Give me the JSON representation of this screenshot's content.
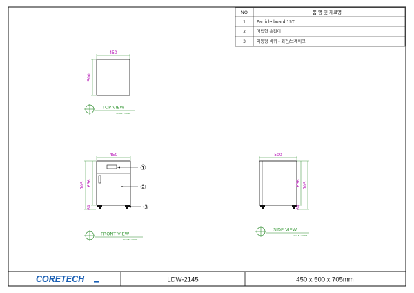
{
  "parts_table": {
    "header": {
      "no": "NO",
      "name": "품 명 및 재료명"
    },
    "rows": [
      {
        "no": "1",
        "name": "Particle board 15T"
      },
      {
        "no": "2",
        "name": "매립형 손잡이"
      },
      {
        "no": "3",
        "name": "이동형 바퀴 - 회전/브레이크"
      }
    ]
  },
  "views": {
    "top": {
      "title": "TOP VIEW",
      "scale": "SCALE : NONE",
      "width_dim": "450",
      "depth_dim": "500"
    },
    "front": {
      "title": "FRONT VIEW",
      "scale": "SCALE : NONE",
      "width_dim": "450",
      "total_height_dim": "705",
      "body_height_dim": "636",
      "caster_height_dim": "69"
    },
    "side": {
      "title": "SIDE VIEW",
      "scale": "SCALE : NONE",
      "depth_dim": "500",
      "total_height_dim": "705",
      "body_height_dim": "636",
      "caster_height_dim": "69"
    }
  },
  "callouts": [
    "①",
    "②",
    "③"
  ],
  "title_block": {
    "company": "CORETECH",
    "model": "LDW-2145",
    "dimensions": "450 x 500 x 705mm"
  },
  "colors": {
    "dimension": "#b000b0",
    "view_label": "#3a9a3a",
    "logo": "#1a5fb4"
  }
}
